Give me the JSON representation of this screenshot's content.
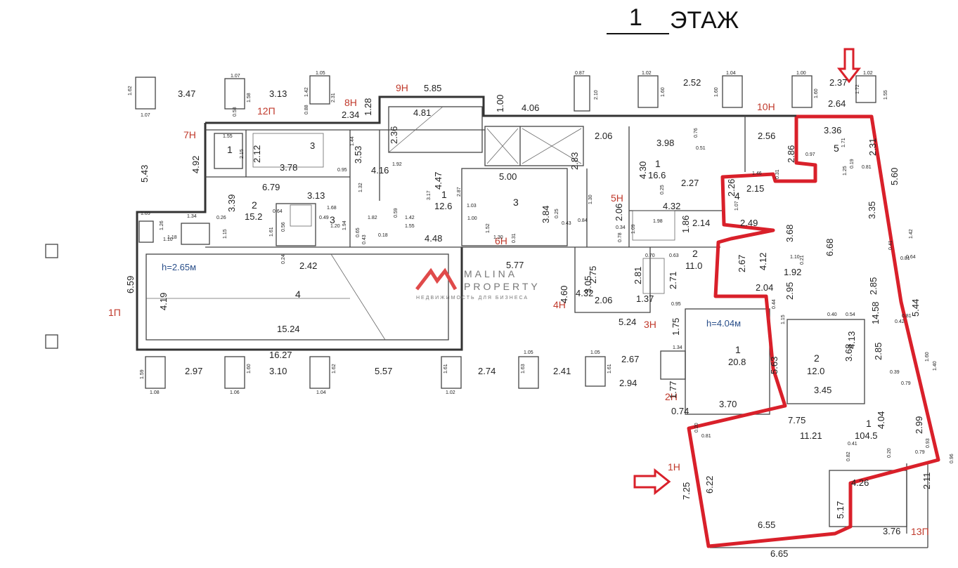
{
  "title": {
    "number": "1",
    "word": "ЭТАЖ"
  },
  "logo": {
    "line1": "MALINA",
    "line2": "PROPERTY",
    "tagline": "НЕДВИЖИМОСТЬ ДЛЯ БИЗНЕСА",
    "color": "#e04a4a"
  },
  "highlight_color": "#d9202a",
  "heights": {
    "left": "h=2.65м",
    "right": "h=4.04м"
  },
  "entrances": [
    "12П",
    "7Н",
    "8Н",
    "9Н",
    "10Н",
    "5Н",
    "6Н",
    "4Н",
    "3Н",
    "2Н",
    "1Н",
    "1П",
    "13П"
  ],
  "rooms": [
    {
      "id": "1",
      "area": ""
    },
    {
      "id": "2",
      "area": "15.2"
    },
    {
      "id": "3",
      "area": ""
    },
    {
      "id": "4",
      "area": ""
    },
    {
      "id": "1",
      "area": "12.6"
    },
    {
      "id": "3",
      "area": ""
    },
    {
      "id": "1",
      "area": "16.6"
    },
    {
      "id": "2",
      "area": "11.0"
    },
    {
      "id": "1",
      "area": "20.8"
    },
    {
      "id": "2",
      "area": "12.0"
    },
    {
      "id": "1",
      "area": "104.5"
    },
    {
      "id": "4",
      "area": ""
    },
    {
      "id": "5",
      "area": ""
    }
  ],
  "dims_top": [
    "1.62",
    "1.07",
    "3.47",
    "1.07",
    "1.58",
    "0.58",
    "3.13",
    "1.05",
    "1.42",
    "0.88",
    "2.31",
    "0.87",
    "2.10",
    "1.02",
    "1.60",
    "2.52",
    "1.04",
    "1.60",
    "1.00",
    "1.60",
    "2.37",
    "1.02",
    "1.72",
    "1.55",
    "5.85",
    "1.00",
    "4.06",
    "2.64"
  ],
  "dims_bottom": [
    "1.59",
    "1.08",
    "2.97",
    "1.60",
    "1.06",
    "3.10",
    "1.62",
    "1.04",
    "5.57",
    "1.61",
    "1.02",
    "2.74",
    "1.63",
    "1.05",
    "2.41",
    "1.05",
    "1.61",
    "2.67",
    "2.94",
    "16.27"
  ],
  "dims_inner": [
    "1.55",
    "2.15",
    "2.12",
    "3",
    "3.78",
    "4.92",
    "5.43",
    "2.34",
    "1.28",
    "3.53",
    "1.44",
    "0.95",
    "4.16",
    "1.92",
    "4.81",
    "2.36",
    "6.79",
    "3.39",
    "3.13",
    "1.32",
    "1.68",
    "0.64",
    "1.61",
    "0.49",
    "1.20",
    "1.94",
    "0.56",
    "0.26",
    "1.15",
    "1.05",
    "1.26",
    "1.18",
    "1.34",
    "1.10",
    "1.82",
    "0.59",
    "1.42",
    "1.55",
    "0.65",
    "0.43",
    "0.18",
    "4.48",
    "3.17",
    "4.47",
    "2.87",
    "1.03",
    "1.52",
    "1.00",
    "1.30",
    "0.31",
    "5.00",
    "3.84",
    "0.25",
    "0.43",
    "0.84",
    "2.83",
    "2.06",
    "3.98",
    "0.76",
    "0.51",
    "4.30",
    "0.25",
    "2.27",
    "1.30",
    "2.06",
    "4.32",
    "0.34",
    "1.09",
    "1.98",
    "0.78",
    "1.86",
    "2.14",
    "1.07",
    "0.70",
    "0.63",
    "2.81",
    "2.71",
    "2.75",
    "4.32",
    "3.05",
    "4.60",
    "2.06",
    "1.37",
    "0.95",
    "5.24",
    "2.42",
    "0.24",
    "15.24",
    "6.59",
    "4.19",
    "5.77",
    "2.56",
    "2.86",
    "0.97",
    "1.46",
    "0.31",
    "3.36",
    "1.71",
    "1.25",
    "0.19",
    "0.81",
    "2.31",
    "5.60",
    "2.26",
    "2.15",
    "2.49",
    "3.68",
    "3.35",
    "6.68",
    "2.67",
    "4.12",
    "1.10",
    "0.21",
    "1.92",
    "0.41",
    "0.81",
    "0.64",
    "1.42",
    "2.04",
    "2.95",
    "0.44",
    "1.15",
    "2.85",
    "5.44",
    "0.40",
    "0.54",
    "14.58",
    "0.81",
    "0.42",
    "4.13",
    "3.68",
    "5.63",
    "2.85",
    "0.39",
    "0.79",
    "1.60",
    "1.40",
    "3.45",
    "1.34",
    "1.75",
    "1.77",
    "0.74",
    "3.70",
    "7.75",
    "11.21",
    "4.04",
    "2.99",
    "0.20",
    "0.81",
    "0.41",
    "0.82",
    "0.20",
    "0.79",
    "0.93",
    "0.96",
    "6.22",
    "7.25",
    "4.26",
    "2.11",
    "5.17",
    "6.55",
    "3.76",
    "6.65"
  ]
}
